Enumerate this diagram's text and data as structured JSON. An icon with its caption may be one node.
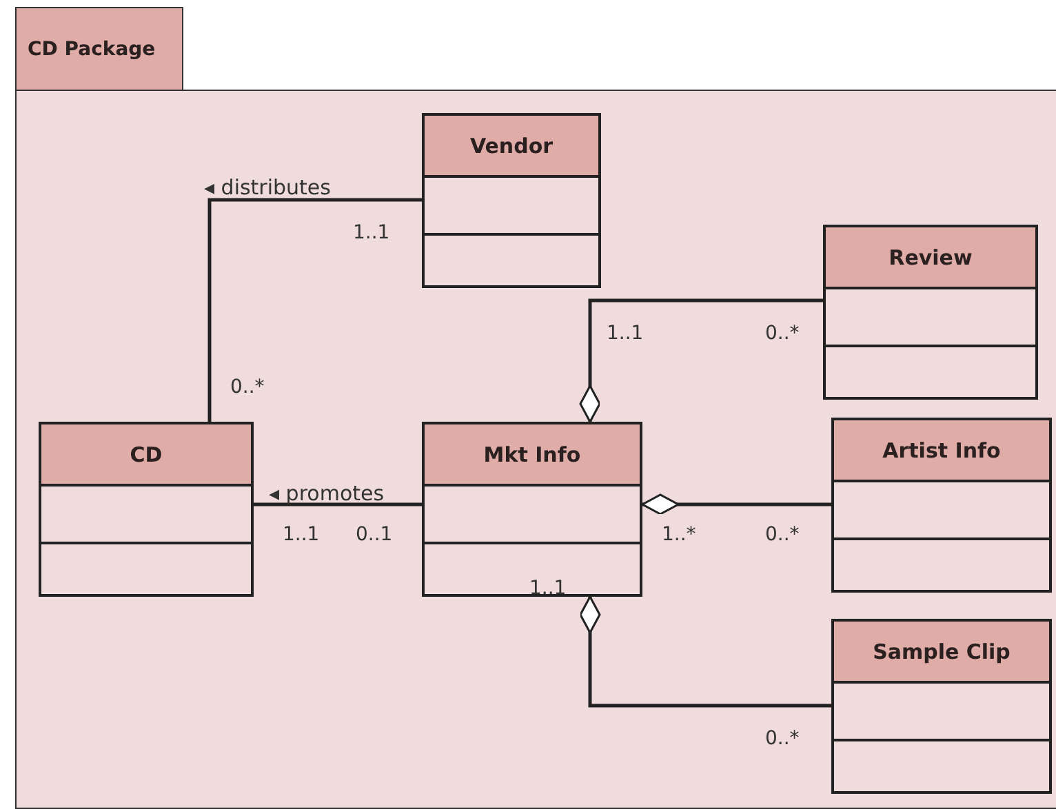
{
  "diagram": {
    "nodes": [
      {
        "text": [
          "CD Package"
        ]
      },
      {
        "text": [
          "Vendor"
        ],
        "in": 0
      },
      {
        "text": [
          "Review"
        ],
        "in": 0
      },
      {
        "text": [
          "CD"
        ],
        "in": 0
      },
      {
        "text": [
          "Mkt Info"
        ],
        "in": 0
      },
      {
        "text": [
          "Artist Info"
        ],
        "in": 0
      },
      {
        "text": [
          "Sample Clip"
        ],
        "in": 0
      }
    ],
    "edges": [
      {
        "from": 3,
        "to": 1,
        "arrow": "none",
        "label": "◂ distributes"
      },
      {
        "from": 4,
        "to": 2,
        "arrow": "other"
      },
      {
        "from": 4,
        "to": 3,
        "arrow": "none",
        "label": "◂ promotes"
      },
      {
        "from": 4,
        "to": 5,
        "arrow": "other"
      },
      {
        "from": 4,
        "to": 6,
        "arrow": "other"
      }
    ],
    "labels": [
      "1..1",
      "1..1",
      "0..*",
      "0..*",
      "1..1",
      "0..1",
      "1..*",
      "0..*",
      "1..1",
      "0..*"
    ]
  }
}
